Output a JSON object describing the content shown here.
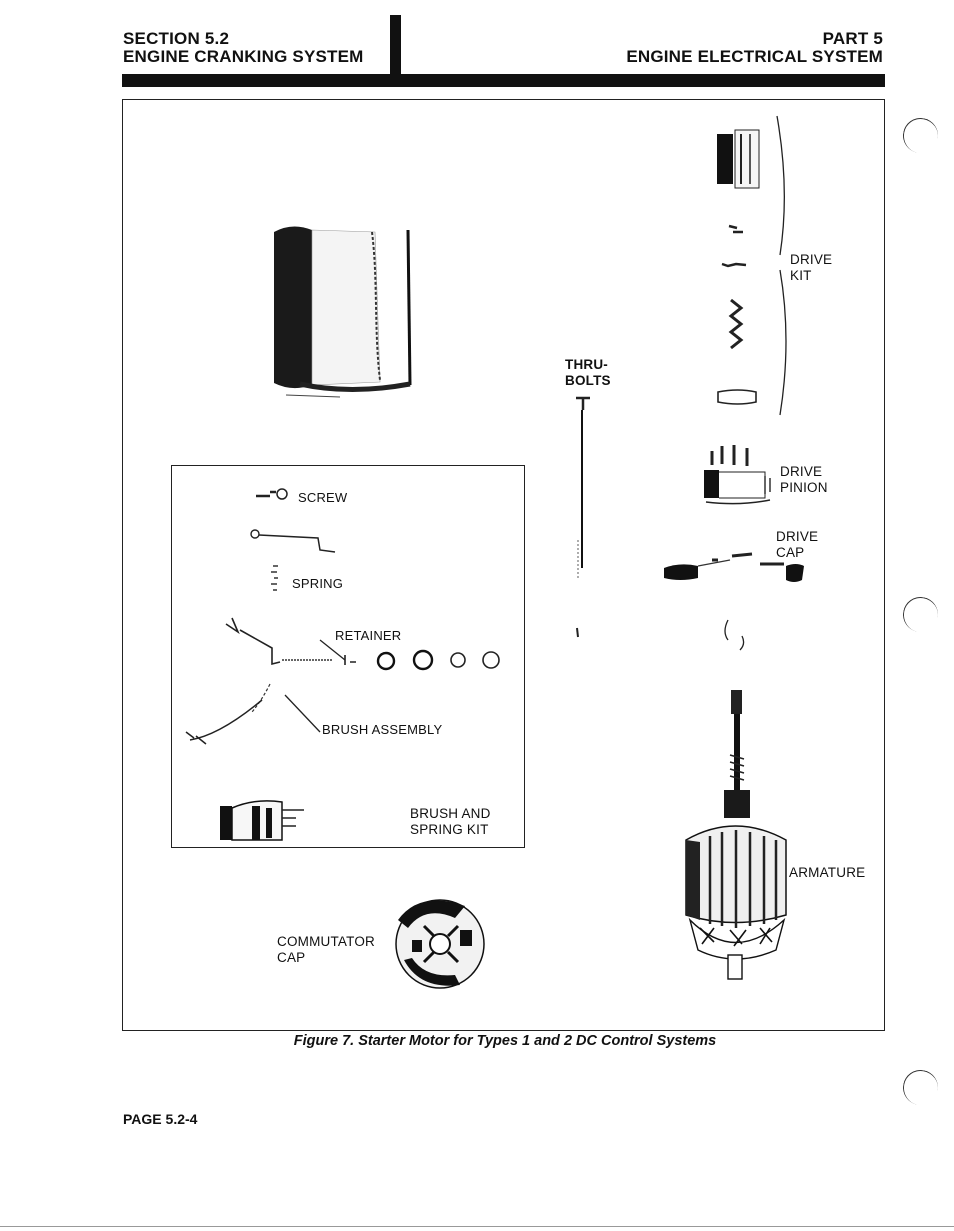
{
  "header": {
    "left_line1": "SECTION 5.2",
    "left_line2": "ENGINE CRANKING SYSTEM",
    "right_line1": "PART 5",
    "right_line2": "ENGINE ELECTRICAL SYSTEM"
  },
  "figure": {
    "labels": {
      "drive_kit_1": "DRIVE",
      "drive_kit_2": "KIT",
      "thru_bolts_1": "THRU-",
      "thru_bolts_2": "BOLTS",
      "drive_pinion_1": "DRIVE",
      "drive_pinion_2": "PINION",
      "drive_cap_1": "DRIVE",
      "drive_cap_2": "CAP",
      "screw": "SCREW",
      "spring": "SPRING",
      "retainer": "RETAINER",
      "brush_assembly": "BRUSH ASSEMBLY",
      "brush_spring_kit_1": "BRUSH AND",
      "brush_spring_kit_2": "SPRING KIT",
      "armature": "ARMATURE",
      "commutator_cap_1": "COMMUTATOR",
      "commutator_cap_2": "CAP"
    },
    "caption": "Figure 7. Starter Motor for Types 1 and 2  DC Control Systems"
  },
  "footer": {
    "page_label": "PAGE 5.2-4"
  }
}
